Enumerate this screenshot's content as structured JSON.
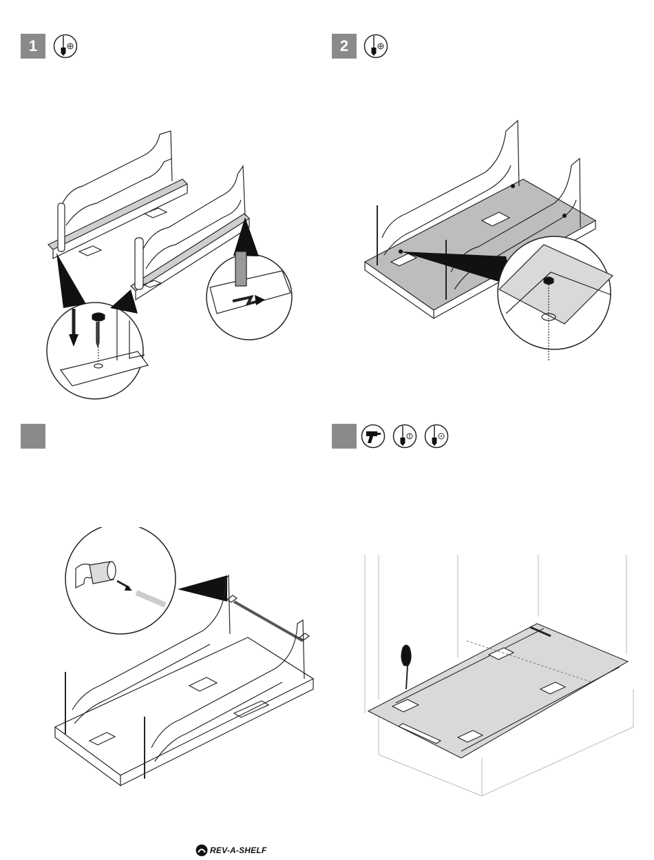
{
  "steps": [
    {
      "number": "1",
      "tools": [
        "phillips-screwdriver-icon"
      ]
    },
    {
      "number": "2",
      "tools": [
        "phillips-screwdriver-icon"
      ]
    },
    {
      "number": "",
      "tools": []
    },
    {
      "number": "",
      "tools": [
        "drill-icon",
        "drill-bit-icon",
        "screwdriver-pilot-icon"
      ]
    }
  ],
  "footer": {
    "brand": "REV-A-SHELF"
  },
  "colors": {
    "badge": "#8a8a8a",
    "line": "#222222",
    "panel": "#d9d9d9",
    "shade": "#bdbdbd"
  }
}
